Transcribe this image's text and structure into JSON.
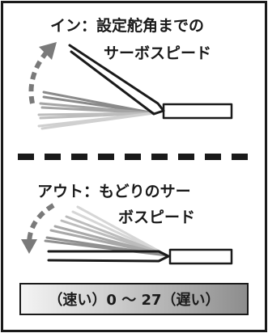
{
  "in_section": {
    "title_line1": "イン：設定舵角までの",
    "title_line2": "サーボスピード"
  },
  "out_section": {
    "title_line1": "アウト：もどりのサー",
    "title_line2": "ボスピード"
  },
  "scale_bar": {
    "label": "（速い）0 〜 27（遅い）"
  },
  "colors": {
    "ink": "#1a1a1a",
    "arrow": "#7a7a7a",
    "bar_light": "#f4f4f4",
    "bar_dark": "#8d8d8d"
  }
}
